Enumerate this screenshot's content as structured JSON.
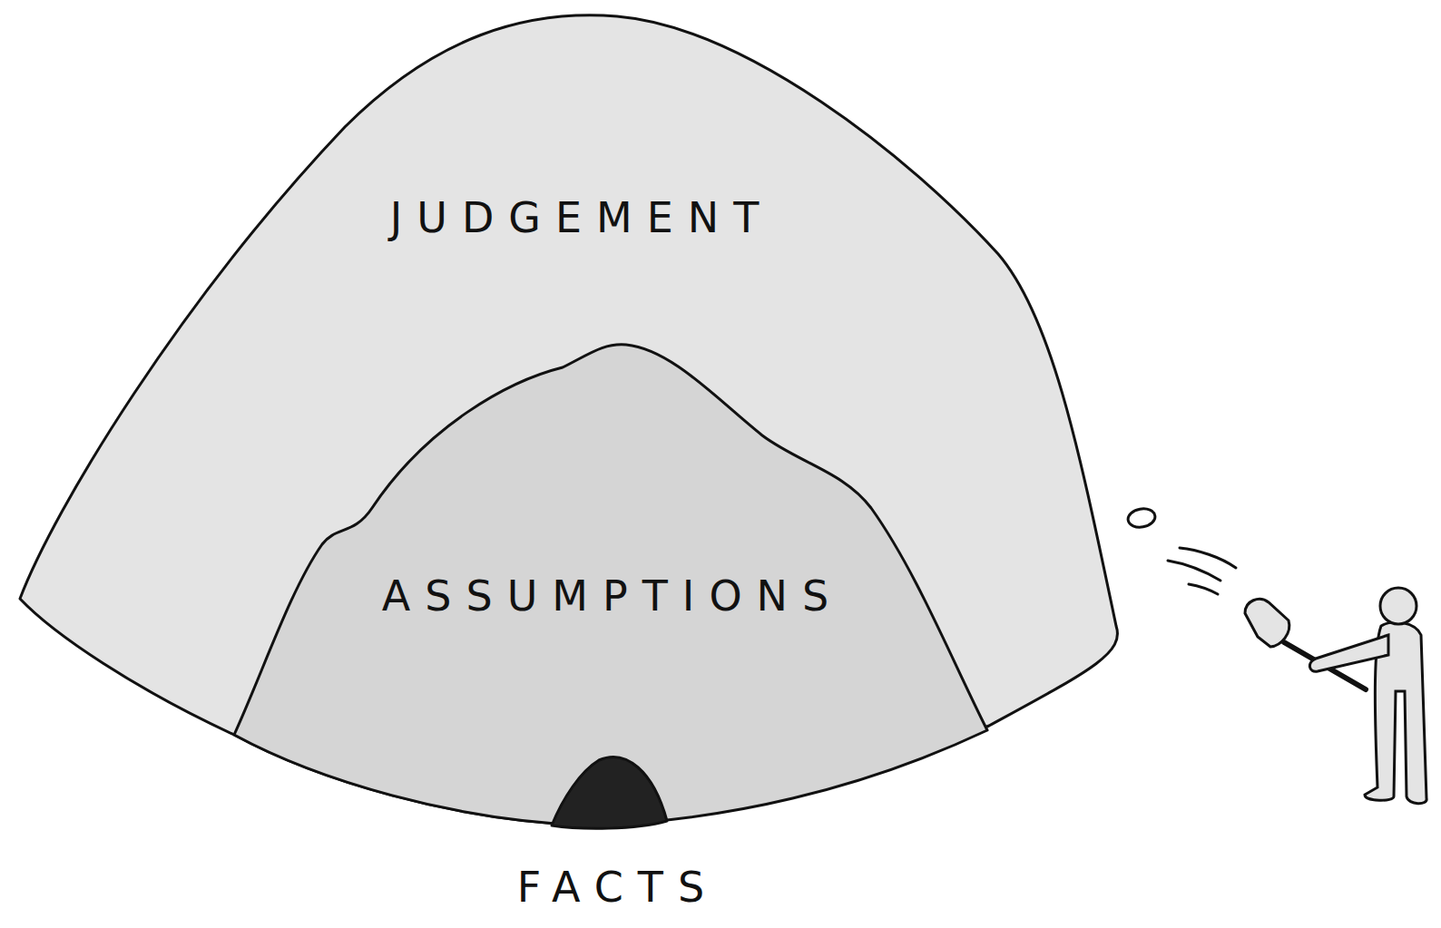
{
  "diagram": {
    "nodes": [
      {
        "text": [
          "JUDGEMENT"
        ]
      },
      {
        "text": [
          "ASSUMPTIONS"
        ],
        "in": 0
      },
      {
        "text": [
          "FACTS"
        ],
        "in": 1
      }
    ]
  }
}
